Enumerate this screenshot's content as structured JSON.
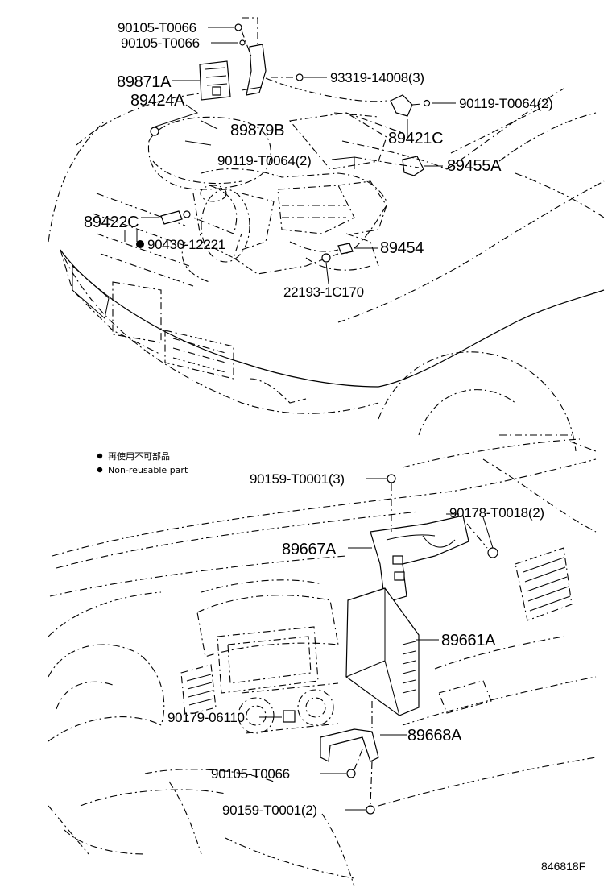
{
  "top_callouts": [
    {
      "id": "c1",
      "text": "90105-T0066"
    },
    {
      "id": "c2",
      "text": "90105-T0066"
    },
    {
      "id": "c3",
      "text": "89871A"
    },
    {
      "id": "c4",
      "text": "89424A"
    },
    {
      "id": "c5",
      "text": "93319-14008(3)"
    },
    {
      "id": "c6",
      "text": "90119-T0064(2)"
    },
    {
      "id": "c7",
      "text": "89879B"
    },
    {
      "id": "c8",
      "text": "89421C"
    },
    {
      "id": "c9",
      "text": "90119-T0064(2)"
    },
    {
      "id": "c10",
      "text": "89455A"
    },
    {
      "id": "c11",
      "text": "89422C"
    },
    {
      "id": "c12",
      "text": "90430-12221"
    },
    {
      "id": "c13",
      "text": "89454"
    },
    {
      "id": "c14",
      "text": "22193-1C170"
    }
  ],
  "legend": {
    "line1": "再使用不可部品",
    "line2": "Non-reusable part"
  },
  "bottom_callouts": [
    {
      "id": "d1",
      "text": "90159-T0001(3)"
    },
    {
      "id": "d2",
      "text": "90178-T0018(2)"
    },
    {
      "id": "d3",
      "text": "89667A"
    },
    {
      "id": "d4",
      "text": "89661A"
    },
    {
      "id": "d5",
      "text": "90179-06110"
    },
    {
      "id": "d6",
      "text": "89668A"
    },
    {
      "id": "d7",
      "text": "90105-T0066"
    },
    {
      "id": "d8",
      "text": "90159-T0001(2)"
    }
  ],
  "drawing_code": "846818F"
}
